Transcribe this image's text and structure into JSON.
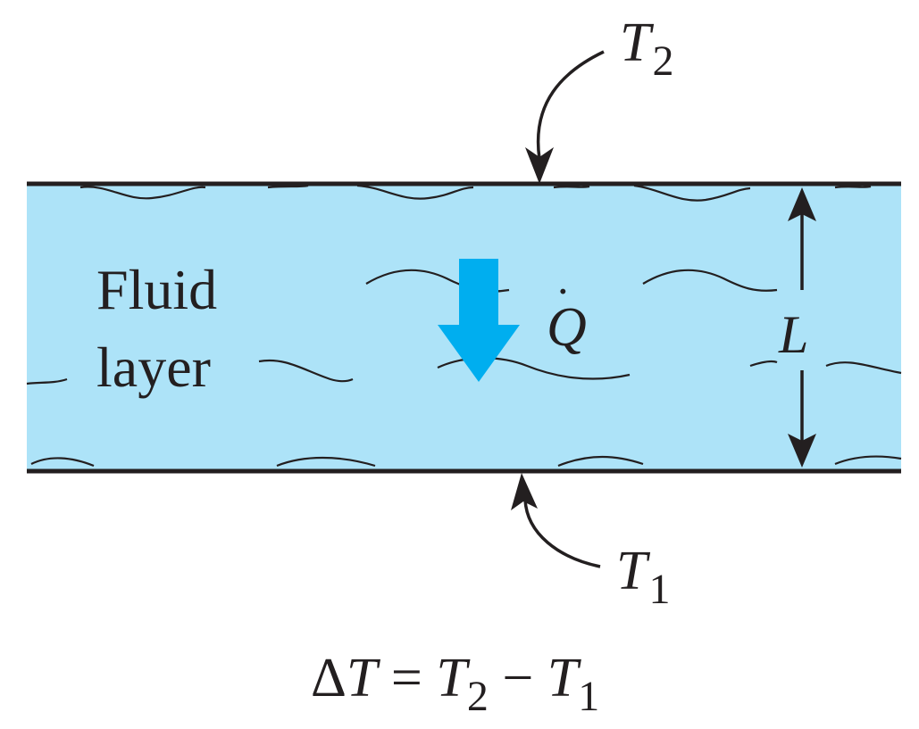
{
  "fluid_label": {
    "line1": "Fluid",
    "line2": "layer"
  },
  "heat_rate": {
    "symbol": "Q",
    "dot": "·"
  },
  "thickness": {
    "symbol": "L"
  },
  "top_temperature": {
    "symbol": "T",
    "subscript": "2"
  },
  "bottom_temperature": {
    "symbol": "T",
    "subscript": "1"
  },
  "equation": {
    "delta": "Δ",
    "T": "T",
    "equals": " = ",
    "T2": "T",
    "sub2": "2",
    "minus": " − ",
    "T1": "T",
    "sub1": "1"
  },
  "colors": {
    "fluid": "#ade3f8",
    "heat_arrow": "#00aeef",
    "ink": "#231f20"
  }
}
